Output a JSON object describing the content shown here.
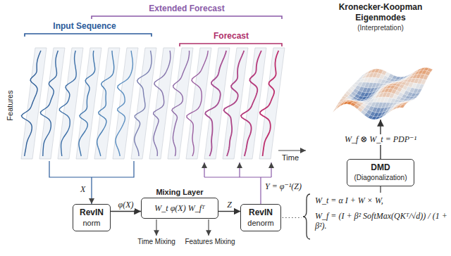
{
  "diagram": {
    "nodes": [
      {
        "text": [
          "RevIN",
          "norm"
        ]
      },
      {
        "text": [
          "Mixing Layer",
          "W_t φ(X) W_fᵀ"
        ]
      },
      {
        "text": [
          "RevIN",
          "denorm"
        ]
      },
      {
        "text": [
          "DMD",
          "(Diagonalization)"
        ]
      },
      {
        "text": [
          "Kronecker-Koopman Eigenmodes",
          "(Interpretation)"
        ]
      }
    ],
    "edges": [
      {
        "from": 0,
        "to": 1,
        "label": "φ(X)",
        "arrow": "to"
      },
      {
        "from": 1,
        "to": 2,
        "label": "Z",
        "arrow": "to"
      },
      {
        "from": 3,
        "to": 4,
        "label": "W_f ⊗ W_t = PDP⁻¹",
        "arrow": "to"
      }
    ],
    "labels": [
      "Input Sequence",
      "Extended Forecast",
      "Forecast",
      "Features",
      "Time",
      "X",
      "Y = φ⁻¹(Z)",
      "Time Mixing",
      "Features Mixing",
      "W_t = α I + W × W,",
      "W_f = (I + β² SoftMax(QKᵀ/√d)) / (1 + β²)."
    ]
  }
}
